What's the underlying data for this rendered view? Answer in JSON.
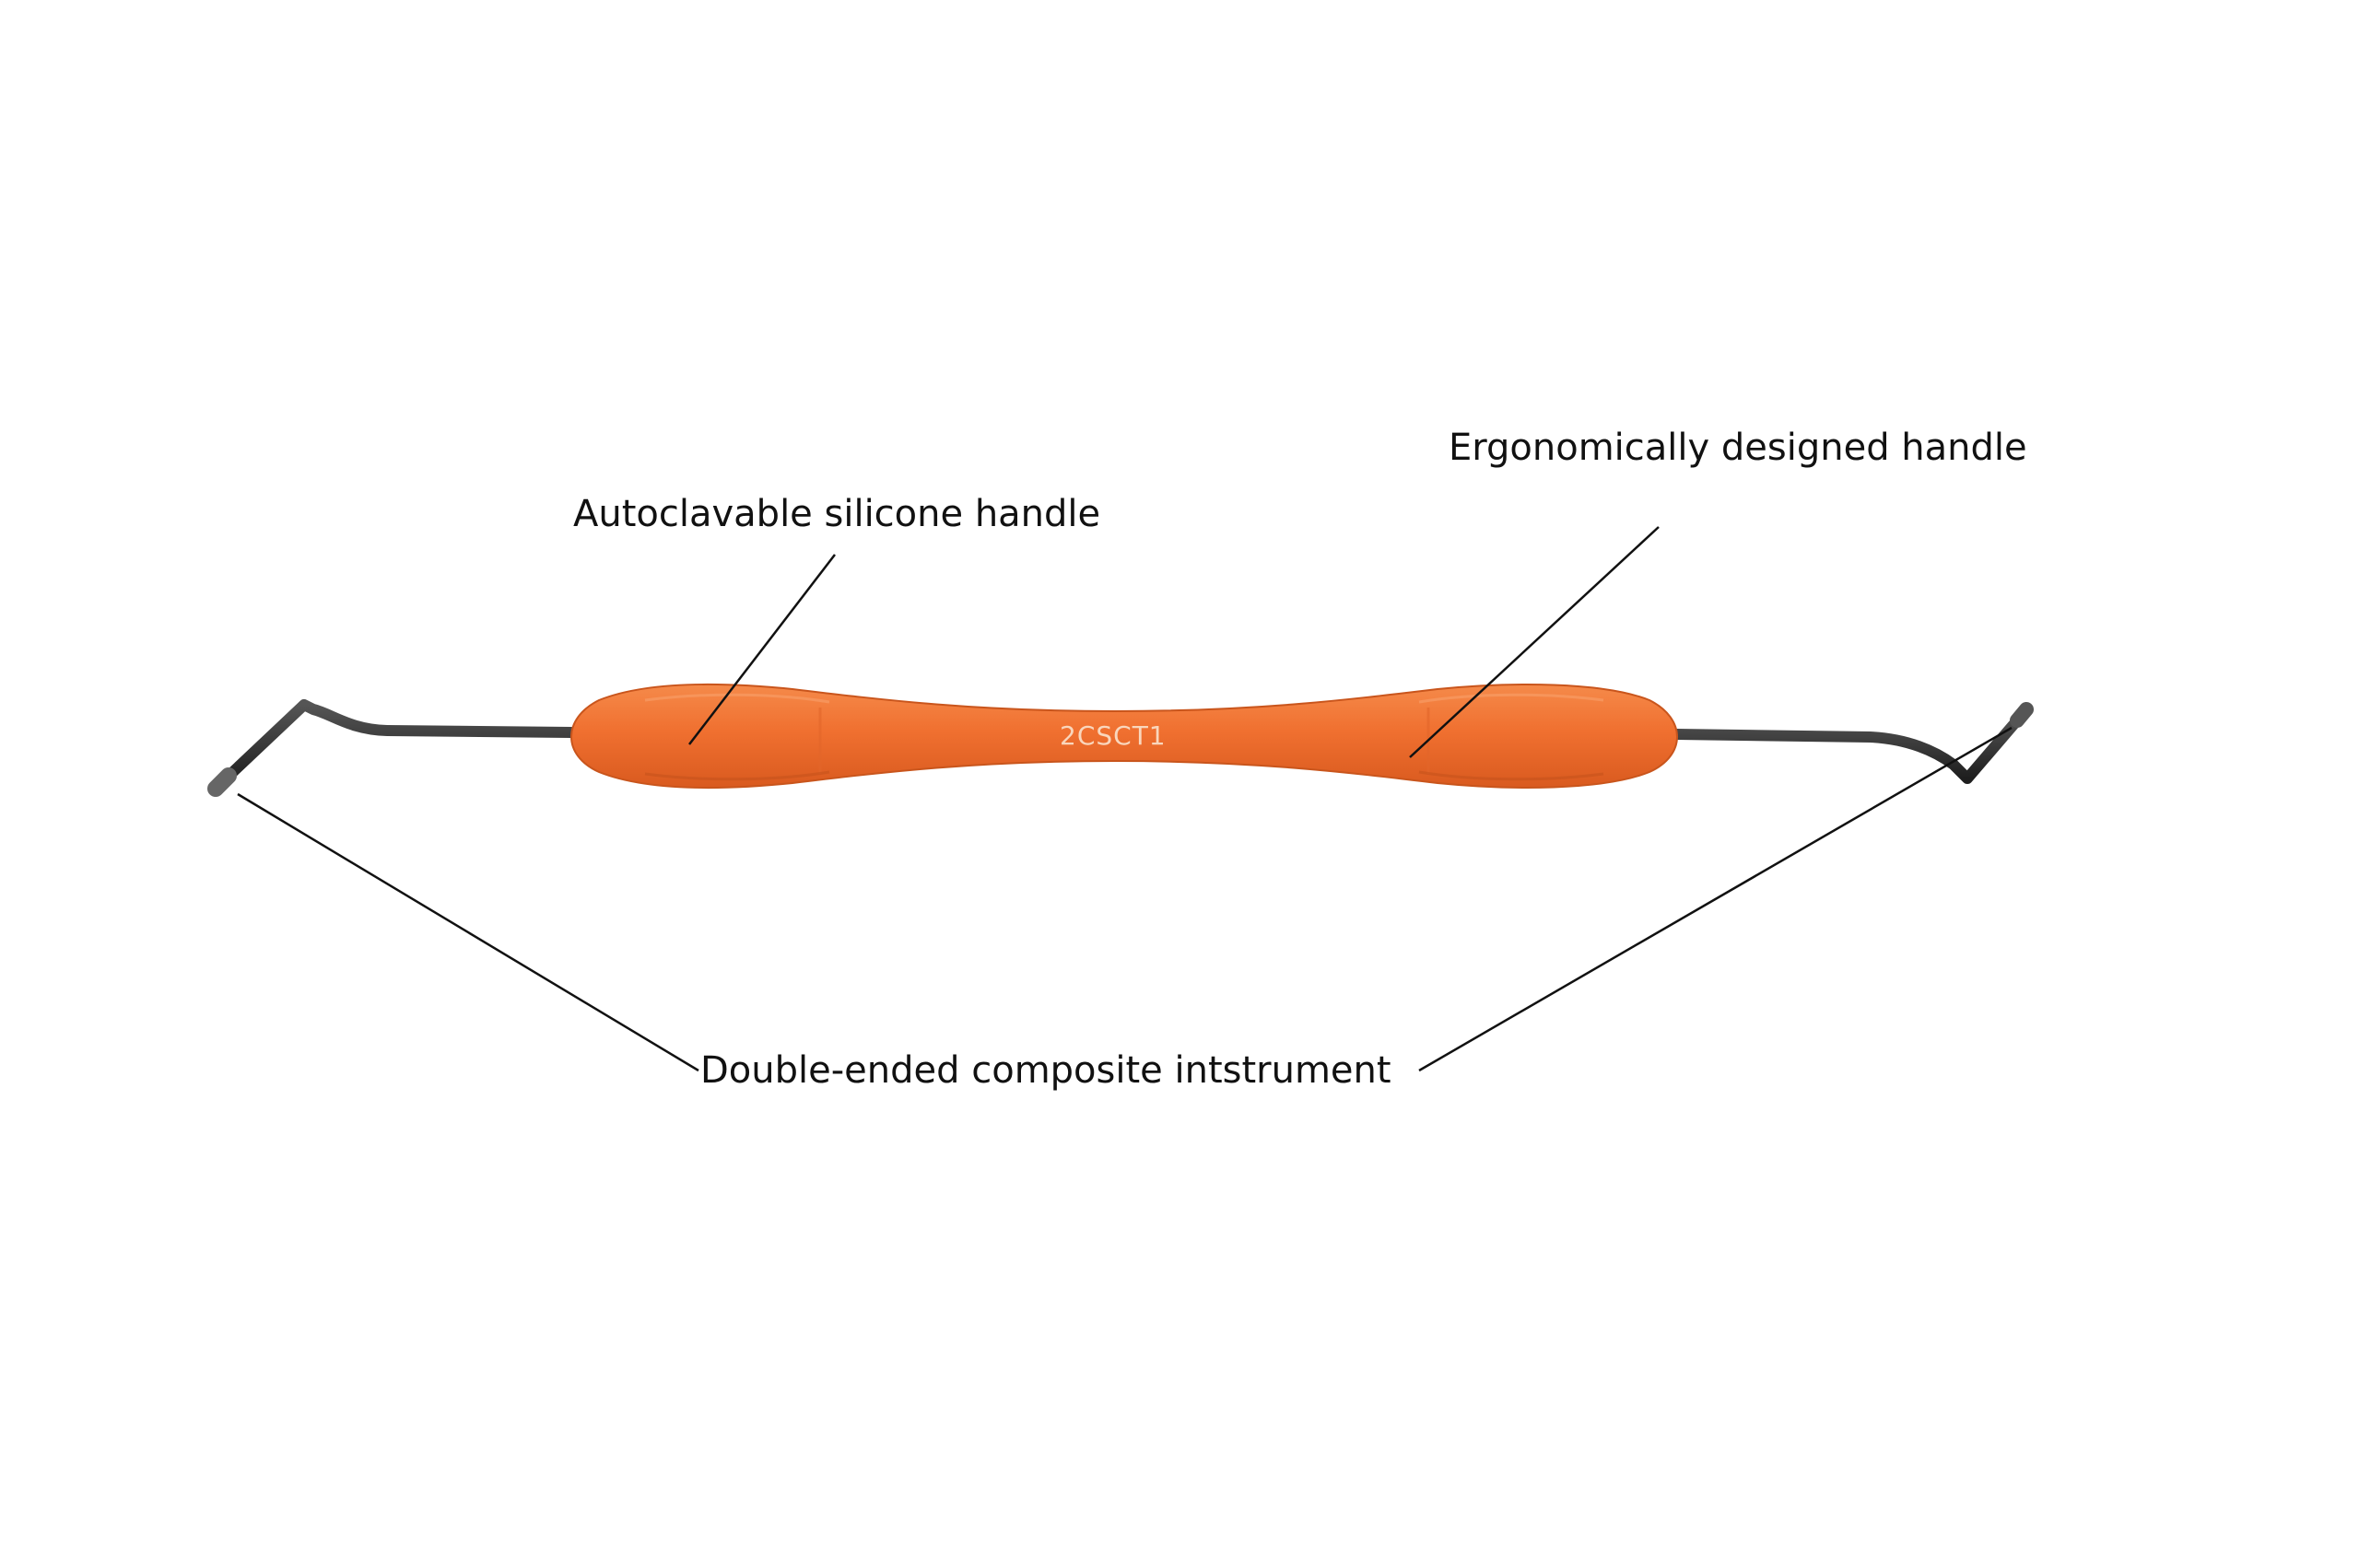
{
  "labels": {
    "silicone_handle": "Autoclavable silicone handle",
    "ergonomic_handle": "Ergonomically designed handle",
    "double_ended": "Double-ended composite intstrument"
  },
  "instrument": {
    "model_code": "2CSCT1",
    "handle_color": "#F07030",
    "tip_color": "#2a2a2a"
  }
}
